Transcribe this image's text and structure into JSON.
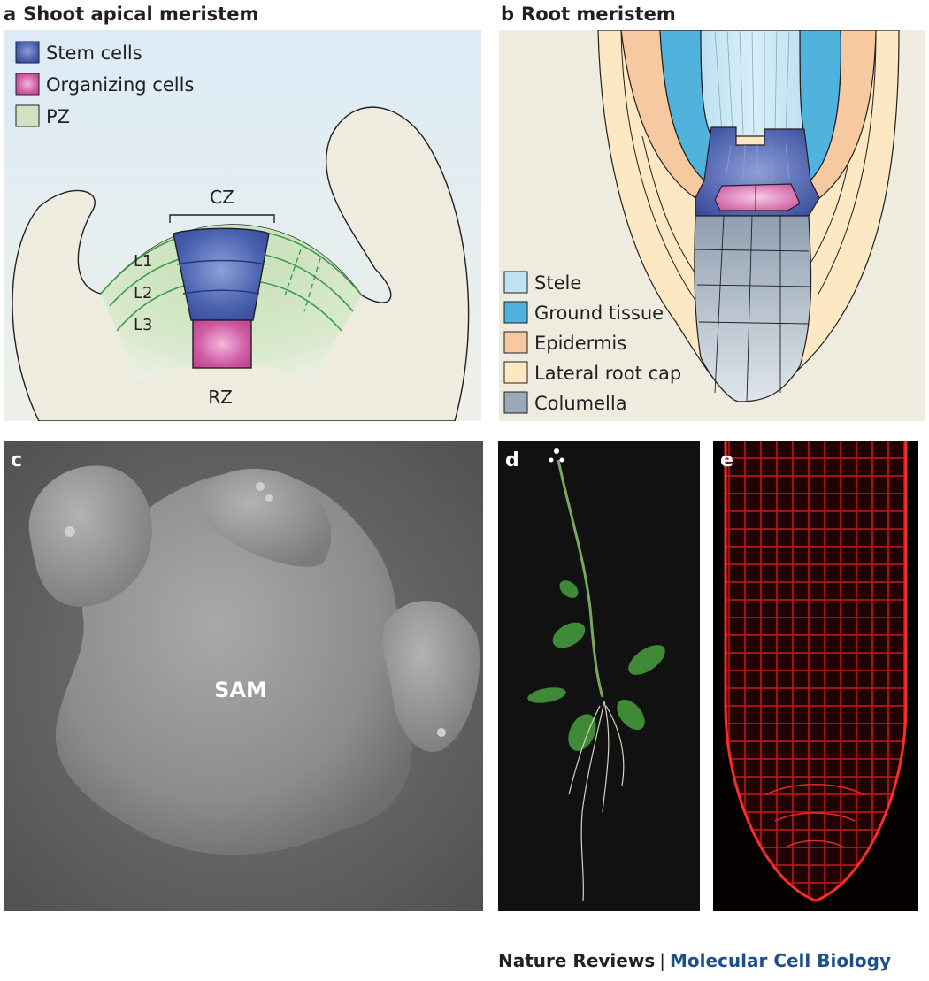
{
  "panel_a": {
    "letter": "a",
    "title": "Shoot apical meristem",
    "legend": [
      {
        "label": "Stem cells",
        "color": "#3d55a8"
      },
      {
        "label": "Organizing cells",
        "color": "#c2489a"
      },
      {
        "label": "PZ",
        "color": "#cfe3c3"
      }
    ],
    "labels": {
      "cz": "CZ",
      "l1": "L1",
      "l2": "L2",
      "l3": "L3",
      "rz": "RZ"
    }
  },
  "panel_b": {
    "letter": "b",
    "title": "Root meristem",
    "legend": [
      {
        "label": "Stele",
        "color": "#bfe3f2"
      },
      {
        "label": "Ground tissue",
        "color": "#4fb3de"
      },
      {
        "label": "Epidermis",
        "color": "#f6c9a0"
      },
      {
        "label": "Lateral root cap",
        "color": "#fde8c4"
      },
      {
        "label": "Columella",
        "color": "#9aa9b8"
      }
    ]
  },
  "panel_c": {
    "letter": "c",
    "label": "SAM"
  },
  "panel_d": {
    "letter": "d"
  },
  "panel_e": {
    "letter": "e"
  },
  "footer": {
    "journal": "Nature Reviews",
    "separator": "|",
    "subjournal": "Molecular Cell Biology"
  }
}
